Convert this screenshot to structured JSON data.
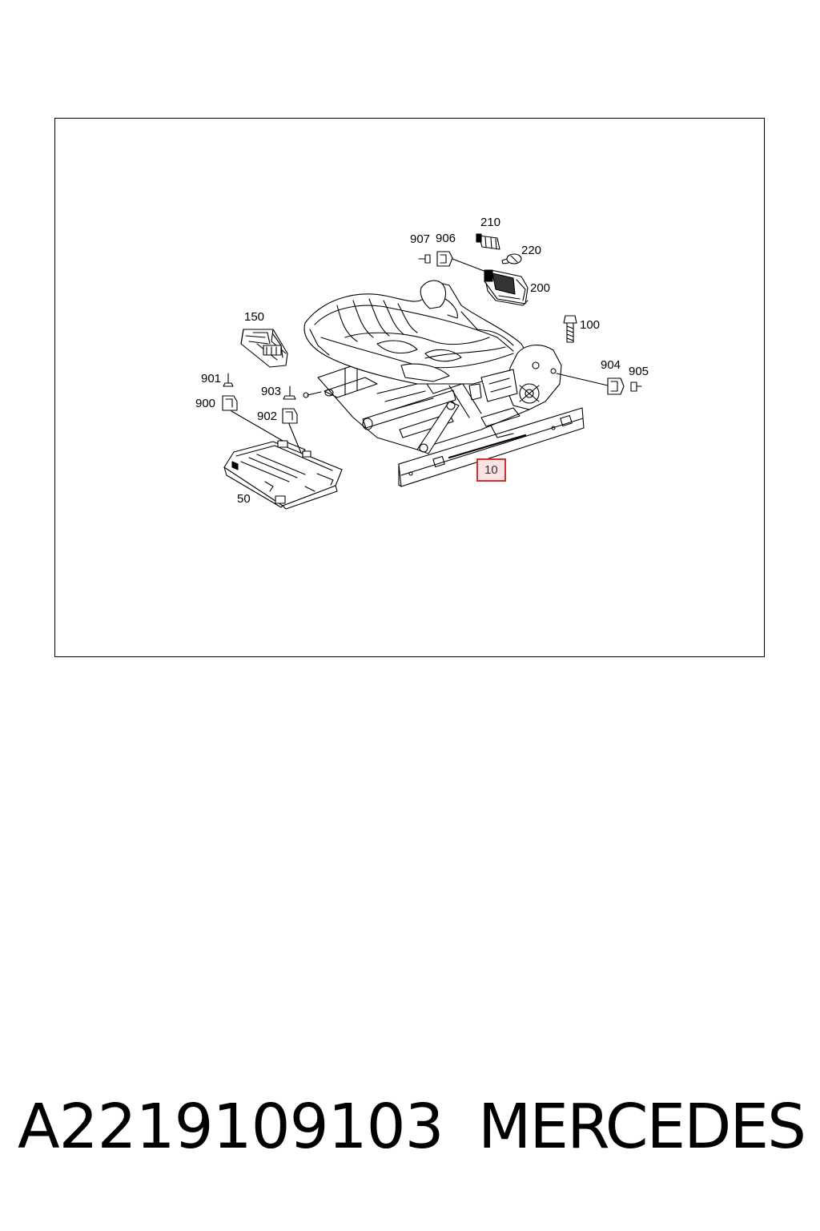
{
  "diagram": {
    "callouts": [
      {
        "id": "c210",
        "label": "210"
      },
      {
        "id": "c907",
        "label": "907"
      },
      {
        "id": "c906",
        "label": "906"
      },
      {
        "id": "c220",
        "label": "220"
      },
      {
        "id": "c200",
        "label": "200"
      },
      {
        "id": "c150",
        "label": "150"
      },
      {
        "id": "c100",
        "label": "100"
      },
      {
        "id": "c904",
        "label": "904"
      },
      {
        "id": "c905",
        "label": "905"
      },
      {
        "id": "c901",
        "label": "901"
      },
      {
        "id": "c903",
        "label": "903"
      },
      {
        "id": "c900",
        "label": "900"
      },
      {
        "id": "c902",
        "label": "902"
      },
      {
        "id": "c10",
        "label": "10",
        "highlighted": true
      },
      {
        "id": "c50",
        "label": "50"
      }
    ],
    "highlight_color": "#d32f2f",
    "highlight_fill": "#fde2e4"
  },
  "footer": {
    "part_number": "A2219109103",
    "brand": "MERCEDES"
  }
}
